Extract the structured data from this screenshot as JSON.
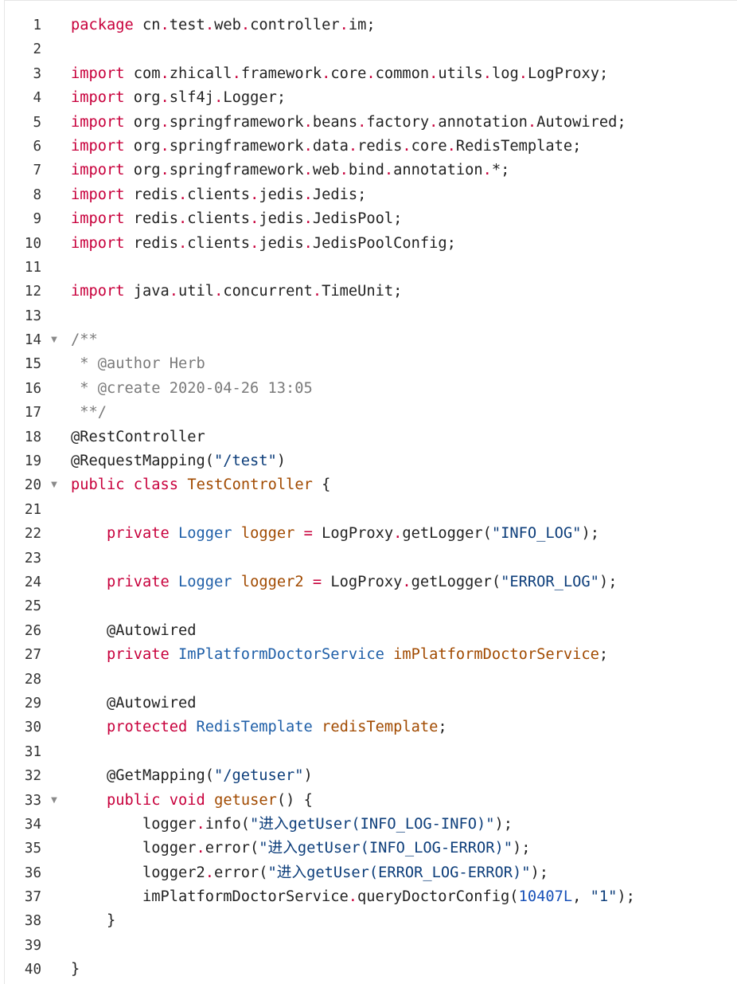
{
  "editor": {
    "lines": [
      {
        "n": "1",
        "tokens": [
          {
            "t": "package",
            "c": "kw"
          },
          {
            "t": " cn",
            "c": ""
          },
          {
            "t": ".",
            "c": "dot"
          },
          {
            "t": "test",
            "c": ""
          },
          {
            "t": ".",
            "c": "dot"
          },
          {
            "t": "web",
            "c": ""
          },
          {
            "t": ".",
            "c": "dot"
          },
          {
            "t": "controller",
            "c": ""
          },
          {
            "t": ".",
            "c": "dot"
          },
          {
            "t": "im;",
            "c": ""
          }
        ]
      },
      {
        "n": "2",
        "tokens": []
      },
      {
        "n": "3",
        "tokens": [
          {
            "t": "import",
            "c": "kw"
          },
          {
            "t": " com",
            "c": ""
          },
          {
            "t": ".",
            "c": "dot"
          },
          {
            "t": "zhicall",
            "c": ""
          },
          {
            "t": ".",
            "c": "dot"
          },
          {
            "t": "framework",
            "c": ""
          },
          {
            "t": ".",
            "c": "dot"
          },
          {
            "t": "core",
            "c": ""
          },
          {
            "t": ".",
            "c": "dot"
          },
          {
            "t": "common",
            "c": ""
          },
          {
            "t": ".",
            "c": "dot"
          },
          {
            "t": "utils",
            "c": ""
          },
          {
            "t": ".",
            "c": "dot"
          },
          {
            "t": "log",
            "c": ""
          },
          {
            "t": ".",
            "c": "dot"
          },
          {
            "t": "LogProxy;",
            "c": ""
          }
        ]
      },
      {
        "n": "4",
        "tokens": [
          {
            "t": "import",
            "c": "kw"
          },
          {
            "t": " org",
            "c": ""
          },
          {
            "t": ".",
            "c": "dot"
          },
          {
            "t": "slf4j",
            "c": ""
          },
          {
            "t": ".",
            "c": "dot"
          },
          {
            "t": "Logger;",
            "c": ""
          }
        ]
      },
      {
        "n": "5",
        "tokens": [
          {
            "t": "import",
            "c": "kw"
          },
          {
            "t": " org",
            "c": ""
          },
          {
            "t": ".",
            "c": "dot"
          },
          {
            "t": "springframework",
            "c": ""
          },
          {
            "t": ".",
            "c": "dot"
          },
          {
            "t": "beans",
            "c": ""
          },
          {
            "t": ".",
            "c": "dot"
          },
          {
            "t": "factory",
            "c": ""
          },
          {
            "t": ".",
            "c": "dot"
          },
          {
            "t": "annotation",
            "c": ""
          },
          {
            "t": ".",
            "c": "dot"
          },
          {
            "t": "Autowired;",
            "c": ""
          }
        ]
      },
      {
        "n": "6",
        "tokens": [
          {
            "t": "import",
            "c": "kw"
          },
          {
            "t": " org",
            "c": ""
          },
          {
            "t": ".",
            "c": "dot"
          },
          {
            "t": "springframework",
            "c": ""
          },
          {
            "t": ".",
            "c": "dot"
          },
          {
            "t": "data",
            "c": ""
          },
          {
            "t": ".",
            "c": "dot"
          },
          {
            "t": "redis",
            "c": ""
          },
          {
            "t": ".",
            "c": "dot"
          },
          {
            "t": "core",
            "c": ""
          },
          {
            "t": ".",
            "c": "dot"
          },
          {
            "t": "RedisTemplate;",
            "c": ""
          }
        ]
      },
      {
        "n": "7",
        "tokens": [
          {
            "t": "import",
            "c": "kw"
          },
          {
            "t": " org",
            "c": ""
          },
          {
            "t": ".",
            "c": "dot"
          },
          {
            "t": "springframework",
            "c": ""
          },
          {
            "t": ".",
            "c": "dot"
          },
          {
            "t": "web",
            "c": ""
          },
          {
            "t": ".",
            "c": "dot"
          },
          {
            "t": "bind",
            "c": ""
          },
          {
            "t": ".",
            "c": "dot"
          },
          {
            "t": "annotation",
            "c": ""
          },
          {
            "t": ".",
            "c": "dot"
          },
          {
            "t": "*;",
            "c": ""
          }
        ]
      },
      {
        "n": "8",
        "tokens": [
          {
            "t": "import",
            "c": "kw"
          },
          {
            "t": " redis",
            "c": ""
          },
          {
            "t": ".",
            "c": "dot"
          },
          {
            "t": "clients",
            "c": ""
          },
          {
            "t": ".",
            "c": "dot"
          },
          {
            "t": "jedis",
            "c": ""
          },
          {
            "t": ".",
            "c": "dot"
          },
          {
            "t": "Jedis;",
            "c": ""
          }
        ]
      },
      {
        "n": "9",
        "tokens": [
          {
            "t": "import",
            "c": "kw"
          },
          {
            "t": " redis",
            "c": ""
          },
          {
            "t": ".",
            "c": "dot"
          },
          {
            "t": "clients",
            "c": ""
          },
          {
            "t": ".",
            "c": "dot"
          },
          {
            "t": "jedis",
            "c": ""
          },
          {
            "t": ".",
            "c": "dot"
          },
          {
            "t": "JedisPool;",
            "c": ""
          }
        ]
      },
      {
        "n": "10",
        "tokens": [
          {
            "t": "import",
            "c": "kw"
          },
          {
            "t": " redis",
            "c": ""
          },
          {
            "t": ".",
            "c": "dot"
          },
          {
            "t": "clients",
            "c": ""
          },
          {
            "t": ".",
            "c": "dot"
          },
          {
            "t": "jedis",
            "c": ""
          },
          {
            "t": ".",
            "c": "dot"
          },
          {
            "t": "JedisPoolConfig;",
            "c": ""
          }
        ]
      },
      {
        "n": "11",
        "tokens": []
      },
      {
        "n": "12",
        "tokens": [
          {
            "t": "import",
            "c": "kw"
          },
          {
            "t": " java",
            "c": ""
          },
          {
            "t": ".",
            "c": "dot"
          },
          {
            "t": "util",
            "c": ""
          },
          {
            "t": ".",
            "c": "dot"
          },
          {
            "t": "concurrent",
            "c": ""
          },
          {
            "t": ".",
            "c": "dot"
          },
          {
            "t": "TimeUnit;",
            "c": ""
          }
        ]
      },
      {
        "n": "13",
        "tokens": []
      },
      {
        "n": "14",
        "fold": true,
        "tokens": [
          {
            "t": "/**",
            "c": "cmt"
          }
        ]
      },
      {
        "n": "15",
        "tokens": [
          {
            "t": " * @author Herb",
            "c": "cmt"
          }
        ]
      },
      {
        "n": "16",
        "tokens": [
          {
            "t": " * @create 2020-04-26 13:05",
            "c": "cmt"
          }
        ]
      },
      {
        "n": "17",
        "tokens": [
          {
            "t": " **/",
            "c": "cmt"
          }
        ]
      },
      {
        "n": "18",
        "tokens": [
          {
            "t": "@RestController",
            "c": "ann"
          }
        ]
      },
      {
        "n": "19",
        "tokens": [
          {
            "t": "@RequestMapping(",
            "c": "ann"
          },
          {
            "t": "\"/test\"",
            "c": "str"
          },
          {
            "t": ")",
            "c": "ann"
          }
        ]
      },
      {
        "n": "20",
        "fold": true,
        "tokens": [
          {
            "t": "public",
            "c": "kw"
          },
          {
            "t": " ",
            "c": ""
          },
          {
            "t": "class",
            "c": "kw"
          },
          {
            "t": " ",
            "c": ""
          },
          {
            "t": "TestController",
            "c": "cls"
          },
          {
            "t": " {",
            "c": ""
          }
        ]
      },
      {
        "n": "21",
        "tokens": []
      },
      {
        "n": "22",
        "tokens": [
          {
            "t": "    ",
            "c": ""
          },
          {
            "t": "private",
            "c": "kw"
          },
          {
            "t": " ",
            "c": ""
          },
          {
            "t": "Logger",
            "c": "type"
          },
          {
            "t": " ",
            "c": ""
          },
          {
            "t": "logger",
            "c": "var"
          },
          {
            "t": " ",
            "c": ""
          },
          {
            "t": "=",
            "c": "dot"
          },
          {
            "t": " LogProxy",
            "c": ""
          },
          {
            "t": ".",
            "c": "dot"
          },
          {
            "t": "getLogger(",
            "c": ""
          },
          {
            "t": "\"INFO_LOG\"",
            "c": "str"
          },
          {
            "t": ");",
            "c": ""
          }
        ]
      },
      {
        "n": "23",
        "tokens": []
      },
      {
        "n": "24",
        "tokens": [
          {
            "t": "    ",
            "c": ""
          },
          {
            "t": "private",
            "c": "kw"
          },
          {
            "t": " ",
            "c": ""
          },
          {
            "t": "Logger",
            "c": "type"
          },
          {
            "t": " ",
            "c": ""
          },
          {
            "t": "logger2",
            "c": "var"
          },
          {
            "t": " ",
            "c": ""
          },
          {
            "t": "=",
            "c": "dot"
          },
          {
            "t": " LogProxy",
            "c": ""
          },
          {
            "t": ".",
            "c": "dot"
          },
          {
            "t": "getLogger(",
            "c": ""
          },
          {
            "t": "\"ERROR_LOG\"",
            "c": "str"
          },
          {
            "t": ");",
            "c": ""
          }
        ]
      },
      {
        "n": "25",
        "tokens": []
      },
      {
        "n": "26",
        "tokens": [
          {
            "t": "    @Autowired",
            "c": "ann"
          }
        ]
      },
      {
        "n": "27",
        "tokens": [
          {
            "t": "    ",
            "c": ""
          },
          {
            "t": "private",
            "c": "kw"
          },
          {
            "t": " ",
            "c": ""
          },
          {
            "t": "ImPlatformDoctorService",
            "c": "type"
          },
          {
            "t": " ",
            "c": ""
          },
          {
            "t": "imPlatformDoctorService",
            "c": "var"
          },
          {
            "t": ";",
            "c": ""
          }
        ]
      },
      {
        "n": "28",
        "tokens": []
      },
      {
        "n": "29",
        "tokens": [
          {
            "t": "    @Autowired",
            "c": "ann"
          }
        ]
      },
      {
        "n": "30",
        "tokens": [
          {
            "t": "    ",
            "c": ""
          },
          {
            "t": "protected",
            "c": "kw"
          },
          {
            "t": " ",
            "c": ""
          },
          {
            "t": "RedisTemplate",
            "c": "type"
          },
          {
            "t": " ",
            "c": ""
          },
          {
            "t": "redisTemplate",
            "c": "var"
          },
          {
            "t": ";",
            "c": ""
          }
        ]
      },
      {
        "n": "31",
        "tokens": []
      },
      {
        "n": "32",
        "tokens": [
          {
            "t": "    @GetMapping(",
            "c": "ann"
          },
          {
            "t": "\"/getuser\"",
            "c": "str"
          },
          {
            "t": ")",
            "c": "ann"
          }
        ]
      },
      {
        "n": "33",
        "fold": true,
        "tokens": [
          {
            "t": "    ",
            "c": ""
          },
          {
            "t": "public",
            "c": "kw"
          },
          {
            "t": " ",
            "c": ""
          },
          {
            "t": "void",
            "c": "kw"
          },
          {
            "t": " ",
            "c": ""
          },
          {
            "t": "getuser",
            "c": "cls"
          },
          {
            "t": "() {",
            "c": ""
          }
        ]
      },
      {
        "n": "34",
        "tokens": [
          {
            "t": "        logger",
            "c": ""
          },
          {
            "t": ".",
            "c": "dot"
          },
          {
            "t": "info(",
            "c": ""
          },
          {
            "t": "\"进入getUser(INFO_LOG-INFO)\"",
            "c": "str"
          },
          {
            "t": ");",
            "c": ""
          }
        ]
      },
      {
        "n": "35",
        "tokens": [
          {
            "t": "        logger",
            "c": ""
          },
          {
            "t": ".",
            "c": "dot"
          },
          {
            "t": "error(",
            "c": ""
          },
          {
            "t": "\"进入getUser(INFO_LOG-ERROR)\"",
            "c": "str"
          },
          {
            "t": ");",
            "c": ""
          }
        ]
      },
      {
        "n": "36",
        "tokens": [
          {
            "t": "        logger2",
            "c": ""
          },
          {
            "t": ".",
            "c": "dot"
          },
          {
            "t": "error(",
            "c": ""
          },
          {
            "t": "\"进入getUser(ERROR_LOG-ERROR)\"",
            "c": "str"
          },
          {
            "t": ");",
            "c": ""
          }
        ]
      },
      {
        "n": "37",
        "tokens": [
          {
            "t": "        imPlatformDoctorService",
            "c": ""
          },
          {
            "t": ".",
            "c": "dot"
          },
          {
            "t": "queryDoctorConfig(",
            "c": ""
          },
          {
            "t": "10407L",
            "c": "num"
          },
          {
            "t": ", ",
            "c": ""
          },
          {
            "t": "\"1\"",
            "c": "str"
          },
          {
            "t": ");",
            "c": ""
          }
        ]
      },
      {
        "n": "38",
        "tokens": [
          {
            "t": "    }",
            "c": ""
          }
        ]
      },
      {
        "n": "39",
        "tokens": []
      },
      {
        "n": "40",
        "tokens": [
          {
            "t": "}",
            "c": ""
          }
        ]
      }
    ]
  },
  "colors": {
    "keyword": "#c8003c",
    "type": "#1f5fa8",
    "variable": "#a14a00",
    "string": "#0c3d7a",
    "number": "#1750b8",
    "comment": "#7a7a7a"
  },
  "icons": {
    "fold": "fold-arrow-icon"
  }
}
